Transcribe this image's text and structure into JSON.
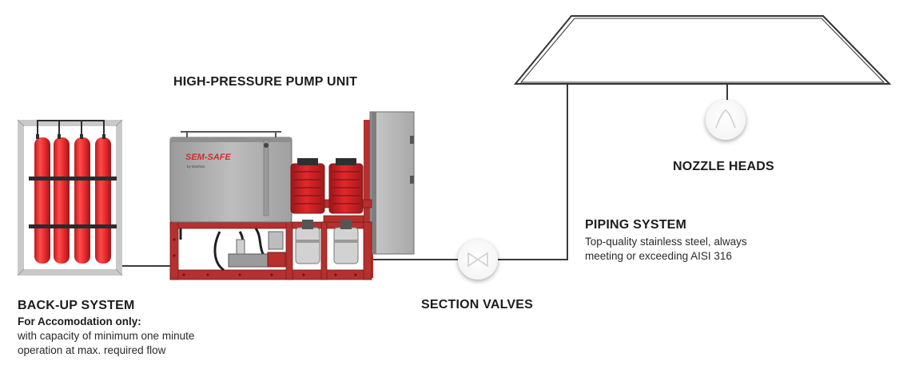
{
  "labels": {
    "pump_unit": "HIGH-PRESSURE PUMP UNIT",
    "backup_title": "BACK-UP SYSTEM",
    "backup_sub": "For Accomodation only:",
    "backup_desc_1": "with capacity of minimum one minute",
    "backup_desc_2": "operation at max. required flow",
    "section_valves": "SECTION VALVES",
    "piping_title": "PIPING SYSTEM",
    "piping_desc_1": "Top-quality stainless steel, always",
    "piping_desc_2": "meeting or exceeding AISI 316",
    "nozzle_heads": "NOZZLE HEADS"
  },
  "brand": {
    "name": "SEM-SAFE",
    "tagline": "by Danfoss"
  },
  "colors": {
    "cylinder": "#e3262a",
    "frame_red": "#b5302e",
    "motor_red": "#c62226",
    "tank_gray": "#a8a8a8",
    "cabinet_gray": "#b4b4b4",
    "line": "#3a3a3a",
    "text": "#1c1c1c"
  },
  "icons": {
    "nozzle": "nozzle-head-icon",
    "valve": "section-valve-icon"
  }
}
